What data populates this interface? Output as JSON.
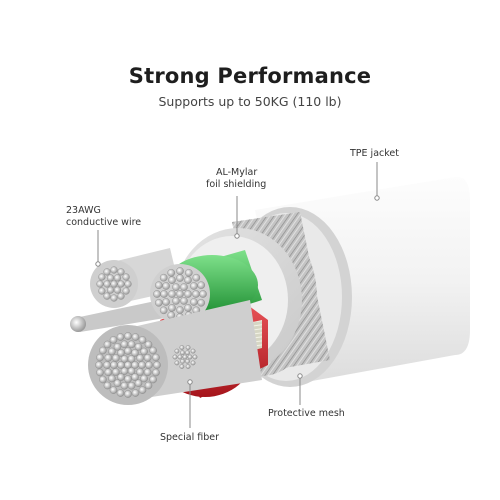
{
  "heading": {
    "title": "Strong Performance",
    "subtitle": "Supports up to 50KG (110 lb)"
  },
  "callouts": {
    "wire_line1": "23AWG",
    "wire_line2": "conductive wire",
    "mylar_line1": "AL-Mylar",
    "mylar_line2": "foil shielding",
    "jacket": "TPE jacket",
    "mesh": "Protective mesh",
    "fiber": "Special fiber"
  },
  "colors": {
    "jacket": "#f4f4f4",
    "mesh": "#b5b5b5",
    "green_insulation": "#3db54a",
    "red_insulation": "#d9282f",
    "copper_silver": "#d8d8d8",
    "callout_line": "#8a8a8a"
  }
}
